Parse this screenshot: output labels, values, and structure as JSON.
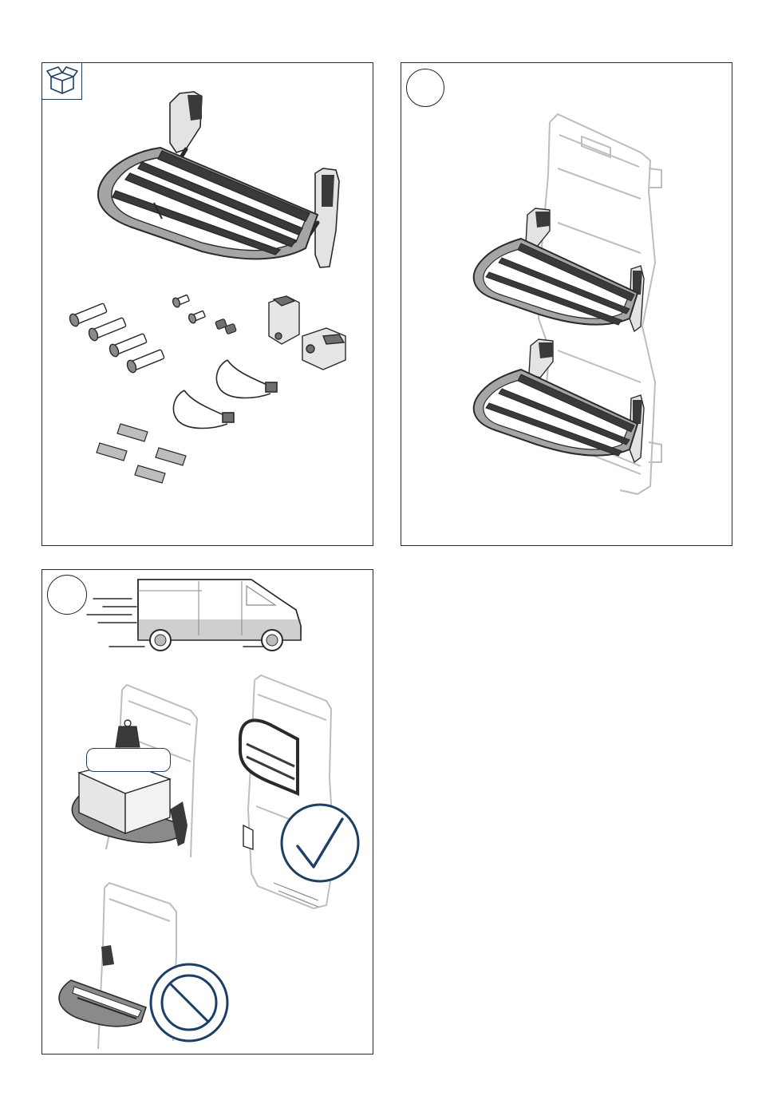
{
  "panels": [
    {
      "id": "kit-contents",
      "icon": "package-icon",
      "step_label": ""
    },
    {
      "id": "installed-steps",
      "step_label": ""
    },
    {
      "id": "usage-rules",
      "step_label": "",
      "weight_label": ""
    }
  ],
  "colors": {
    "line": "#2a2a2a",
    "step_dark": "#3a3a3a",
    "step_fill": "#9a9a9a",
    "frame": "#bdbdbd",
    "accent_blue": "#1d3f66"
  }
}
